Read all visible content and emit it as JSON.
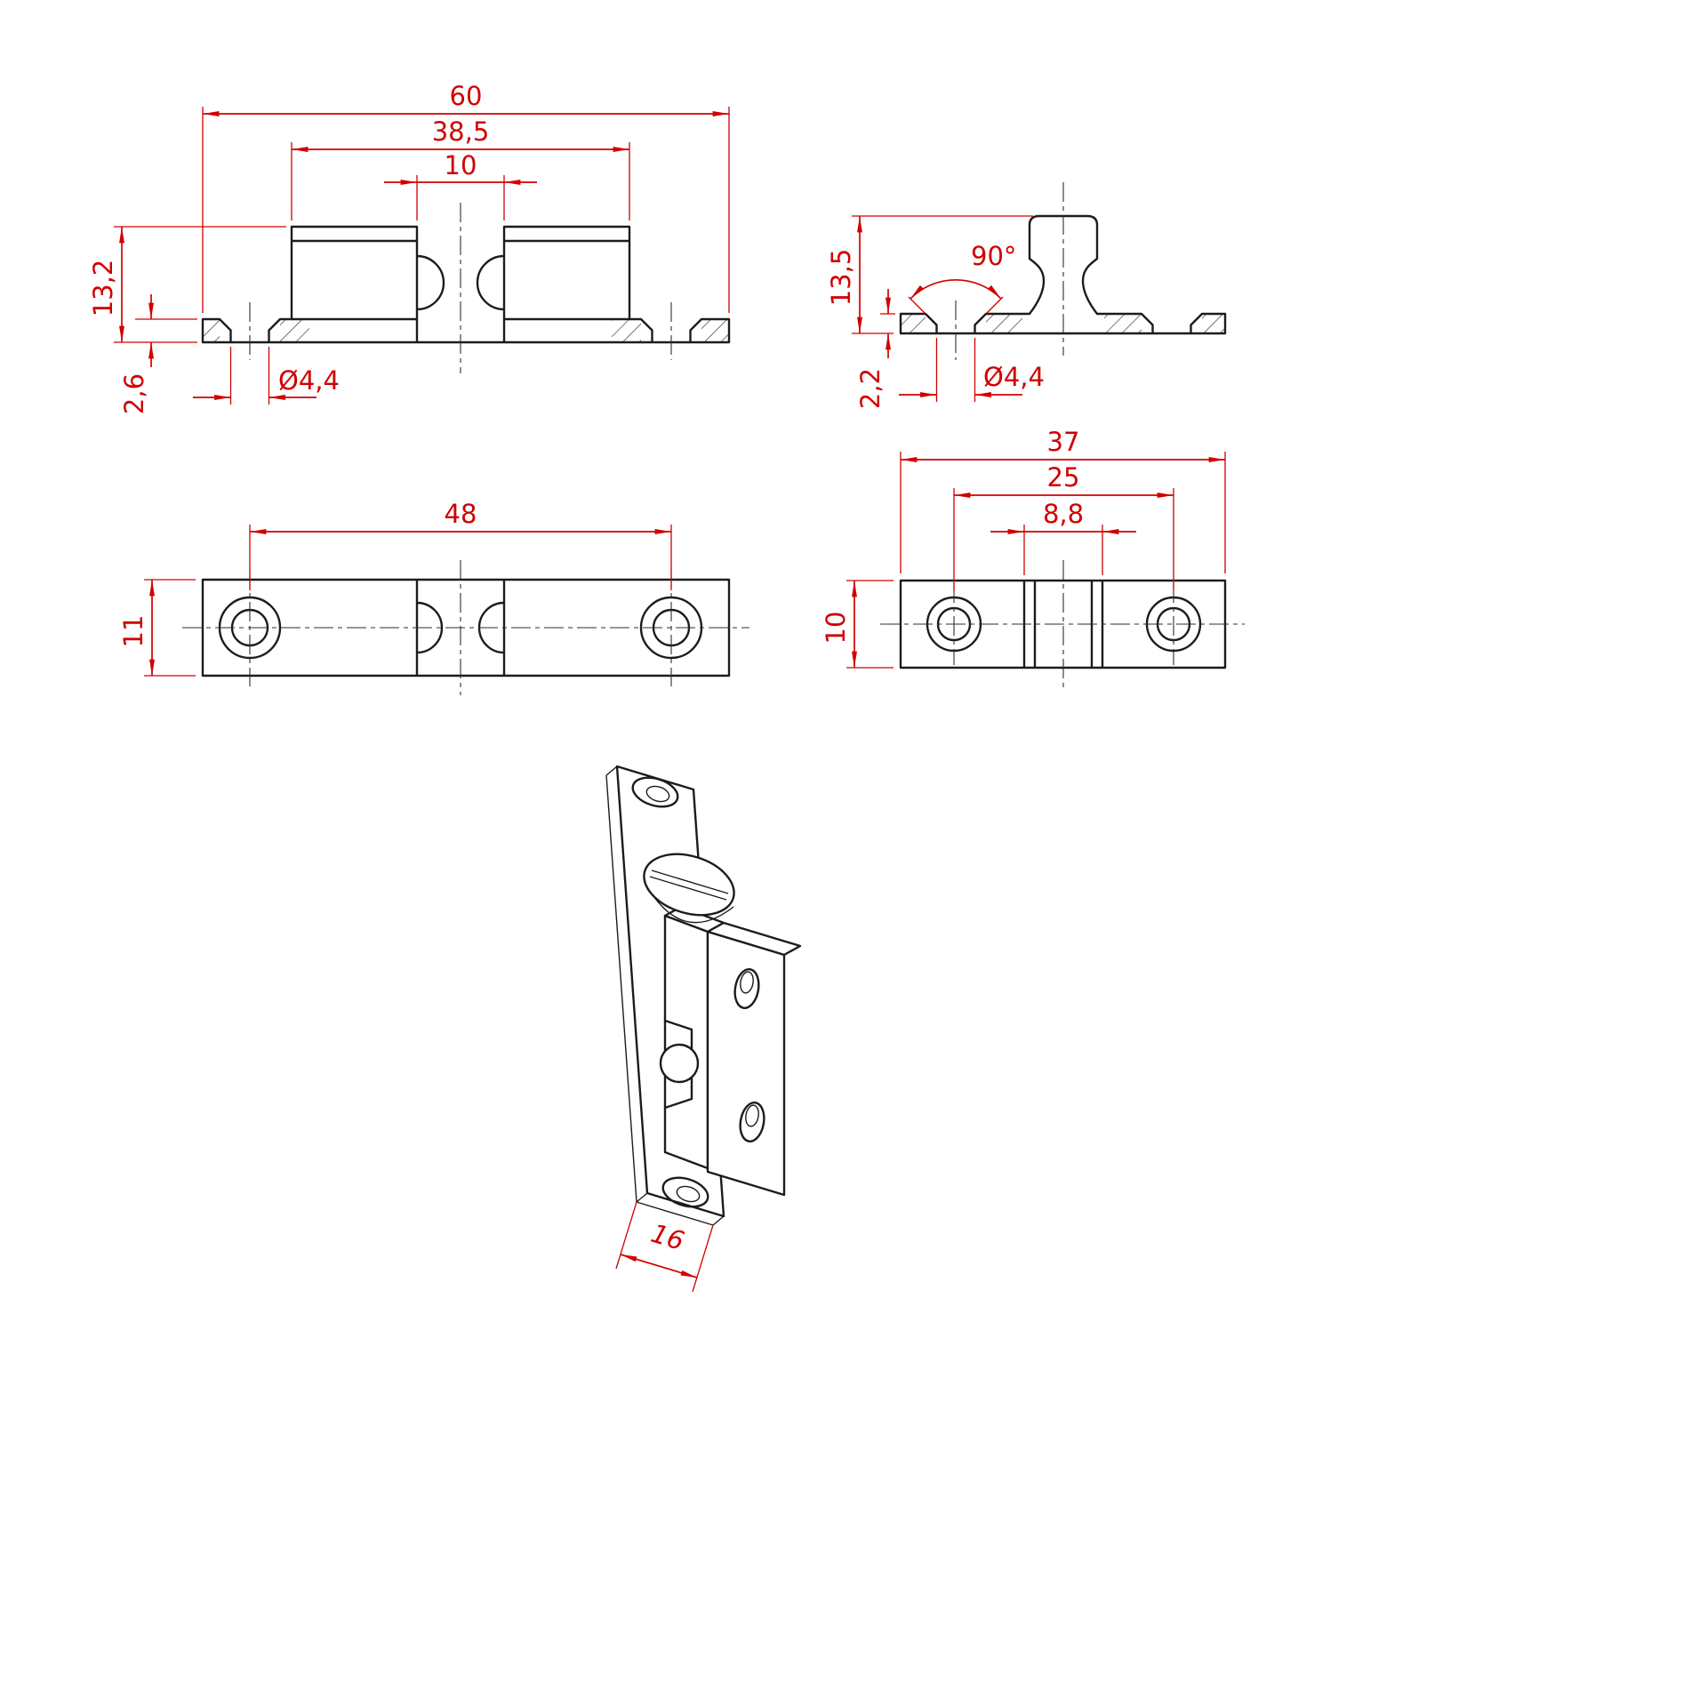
{
  "drawing": {
    "background_color": "#ffffff",
    "outline_color": "#1c1c1c",
    "dimension_color": "#d10000",
    "views": {
      "front": {
        "dim_overall_length": "60",
        "dim_body_length": "38,5",
        "dim_slot_width": "10",
        "dim_overall_height": "13,2",
        "dim_plate_thickness": "2,6",
        "dim_hole_diameter": "Ø4,4"
      },
      "side": {
        "dim_overall_height": "13,5",
        "dim_countersink_angle": "90°",
        "dim_plate_thickness": "2,2",
        "dim_hole_diameter": "Ø4,4"
      },
      "body_plan": {
        "dim_hole_spacing": "48",
        "dim_width": "11"
      },
      "strike_plan": {
        "dim_overall_length": "37",
        "dim_hole_spacing": "25",
        "dim_slot_width": "8,8",
        "dim_width": "10"
      },
      "isometric": {
        "dim_depth": "16"
      }
    }
  }
}
